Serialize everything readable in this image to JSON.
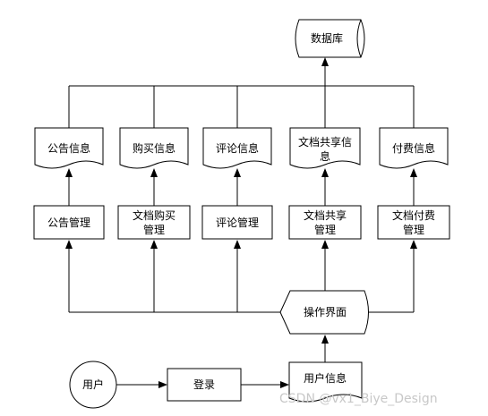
{
  "diagram": {
    "database": "数据库",
    "docs": {
      "announcement": "公告信息",
      "purchase": "购买信息",
      "review": "评论信息",
      "share_line1": "文档共享信",
      "share_line2": "息",
      "payment": "付费信息"
    },
    "modules": {
      "announcement": "公告管理",
      "purchase_line1": "文档购买",
      "purchase_line2": "管理",
      "review": "评论管理",
      "share_line1": "文档共享",
      "share_line2": "管理",
      "payment_line1": "文档付费",
      "payment_line2": "管理"
    },
    "interface": "操作界面",
    "user": "用户",
    "login": "登录",
    "user_info": "用户信息"
  },
  "watermark": "CSDN @vx1_Biye_Design"
}
